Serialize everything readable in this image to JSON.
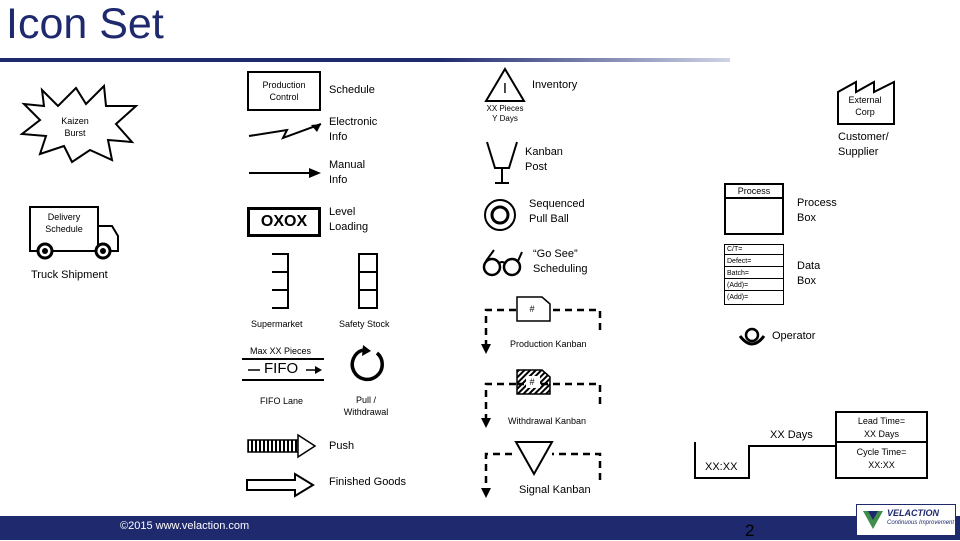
{
  "slide": {
    "title": "Icon Set",
    "footer_copyright": "©2015 www.velaction.com",
    "page_number": "2",
    "logo_name": "VELACTION",
    "logo_tagline": "Continuous Improvement"
  },
  "icons": {
    "kaizen_burst": "Kaizen\nBurst",
    "delivery_schedule": "Delivery\nSchedule",
    "truck_shipment": "Truck Shipment",
    "production_control": "Production\nControl",
    "schedule": "Schedule",
    "electronic_info": "Electronic\nInfo",
    "manual_info": "Manual\nInfo",
    "oxox": "OXOX",
    "level_loading": "Level\nLoading",
    "supermarket": "Supermarket",
    "safety_stock": "Safety Stock",
    "max_xx_pieces": "Max XX Pieces",
    "fifo": "FIFO",
    "fifo_lane": "FIFO Lane",
    "pull_withdrawal": "Pull /\nWithdrawal",
    "push": "Push",
    "finished_goods": "Finished Goods",
    "inventory_letter": "I",
    "inventory_sub": "XX Pieces\nY Days",
    "inventory": "Inventory",
    "kanban_post": "Kanban\nPost",
    "sequenced_pull_ball": "Sequenced\nPull Ball",
    "go_see": "“Go See”\nScheduling",
    "kanban_hash": "#",
    "production_kanban": "Production Kanban",
    "withdrawal_kanban": "Withdrawal Kanban",
    "signal_kanban": "Signal Kanban",
    "external_corp": "External\nCorp",
    "customer_supplier": "Customer/\nSupplier",
    "process_header": "Process",
    "process_box": "Process\nBox",
    "data_box_rows": [
      "C/T=",
      "Defect=",
      "Batch=",
      "(Add)=",
      "(Add)="
    ],
    "data_box": "Data\nBox",
    "operator": "Operator",
    "xx_days": "XX Days",
    "xx_xx": "XX:XX",
    "lead_time": "Lead Time=\nXX Days",
    "cycle_time": "Cycle Time=\nXX:XX"
  }
}
